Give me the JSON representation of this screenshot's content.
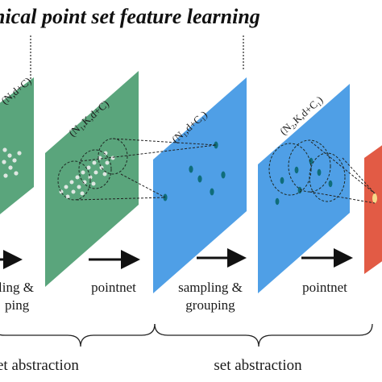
{
  "title": "hical point set feature learning",
  "panels": {
    "p1": {
      "label": "(N,d+C)"
    },
    "p2": {
      "label": "(N₁,K,d+C)"
    },
    "p3": {
      "label": "(N₁,d+C₁)"
    },
    "p4": {
      "label": "(N₂,K,d+C₁)"
    }
  },
  "steps": {
    "s1": {
      "line1": "ling &",
      "line2": "ping"
    },
    "s2": {
      "line1": "pointnet"
    },
    "s3": {
      "line1": "sampling &",
      "line2": "grouping"
    },
    "s4": {
      "line1": "pointnet"
    }
  },
  "groups": {
    "g1": {
      "label": "et abstraction"
    },
    "g2": {
      "label": "set abstraction"
    }
  },
  "colors": {
    "green": "#5aa57c",
    "blue": "#4f9fe6",
    "red": "#e25b45",
    "dot": "#0f6d7a",
    "light_dot": "#dfe7e2",
    "highlight": "#f7d98a"
  }
}
